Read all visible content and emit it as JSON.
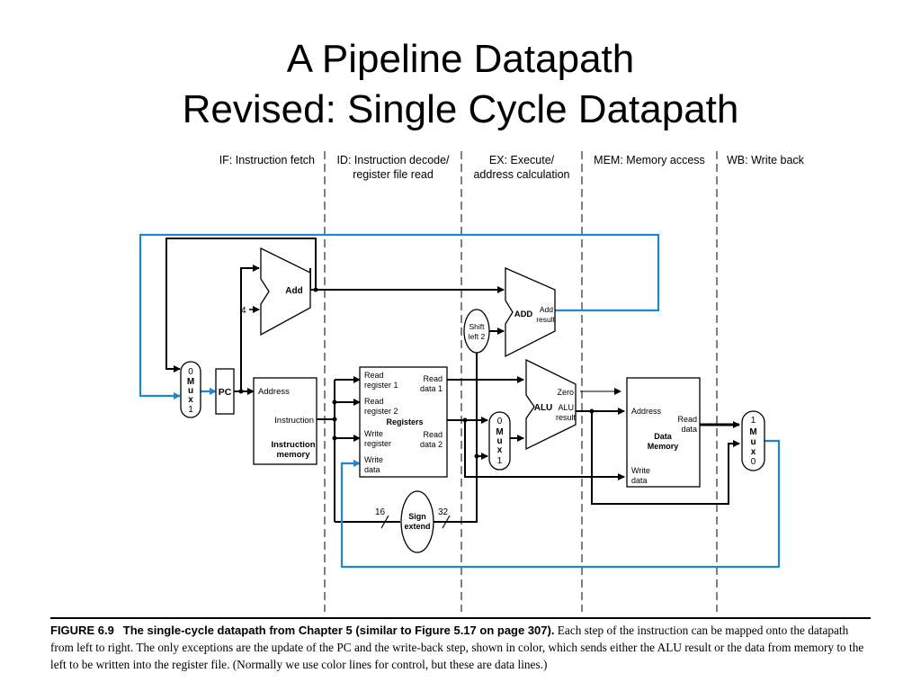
{
  "slide": {
    "title_line1": "A Pipeline Datapath",
    "title_line2": "Revised: Single Cycle Datapath"
  },
  "stages": {
    "if": "IF: Instruction fetch",
    "id_1": "ID: Instruction decode/",
    "id_2": "register file read",
    "ex_1": "EX: Execute/",
    "ex_2": "address calculation",
    "mem": "MEM: Memory access",
    "wb": "WB: Write back"
  },
  "blocks": {
    "pc": "PC",
    "add": "Add",
    "four": "4",
    "imem_address": "Address",
    "imem_instruction": "Instruction",
    "imem_name_1": "Instruction",
    "imem_name_2": "memory",
    "reg_read1_1": "Read",
    "reg_read1_2": "register 1",
    "reg_read2_1": "Read",
    "reg_read2_2": "register 2",
    "reg_write_1": "Write",
    "reg_write_2": "register",
    "reg_wdata_1": "Write",
    "reg_wdata_2": "data",
    "reg_rdata1_1": "Read",
    "reg_rdata1_2": "data 1",
    "reg_rdata2_1": "Read",
    "reg_rdata2_2": "data 2",
    "registers": "Registers",
    "sign_1": "Sign",
    "sign_2": "extend",
    "bits_16": "16",
    "bits_32": "32",
    "shift_1": "Shift",
    "shift_2": "left 2",
    "add_result_name": "ADD",
    "add_result_1": "Add",
    "add_result_2": "result",
    "alu": "ALU",
    "alu_zero": "Zero",
    "alu_result_1": "ALU",
    "alu_result_2": "result",
    "dmem_address": "Address",
    "dmem_read_1": "Read",
    "dmem_read_2": "data",
    "dmem_name_1": "Data",
    "dmem_name_2": "Memory",
    "dmem_write_1": "Write",
    "dmem_write_2": "data"
  },
  "muxes": {
    "if_mux": [
      "0",
      "M",
      "u",
      "x",
      "1"
    ],
    "ex_mux": [
      "0",
      "M",
      "u",
      "x",
      "1"
    ],
    "wb_mux": [
      "1",
      "M",
      "u",
      "x",
      "0"
    ]
  },
  "colors": {
    "data_line": "#000000",
    "writeback_line": "#1f86d2",
    "stage_divider": "#000000"
  },
  "caption": {
    "figure_label": "FIGURE 6.9",
    "figure_title": "The single-cycle datapath from Chapter 5 (similar to Figure 5.17 on page 307).",
    "body": "Each step of the instruction can be mapped onto the datapath from left to right. The only exceptions are the update of the PC and the write-back step, shown in color, which sends either the ALU result or the data from memory to the left to be written into the register file. (Normally we use color lines for control, but these are data lines.)"
  }
}
